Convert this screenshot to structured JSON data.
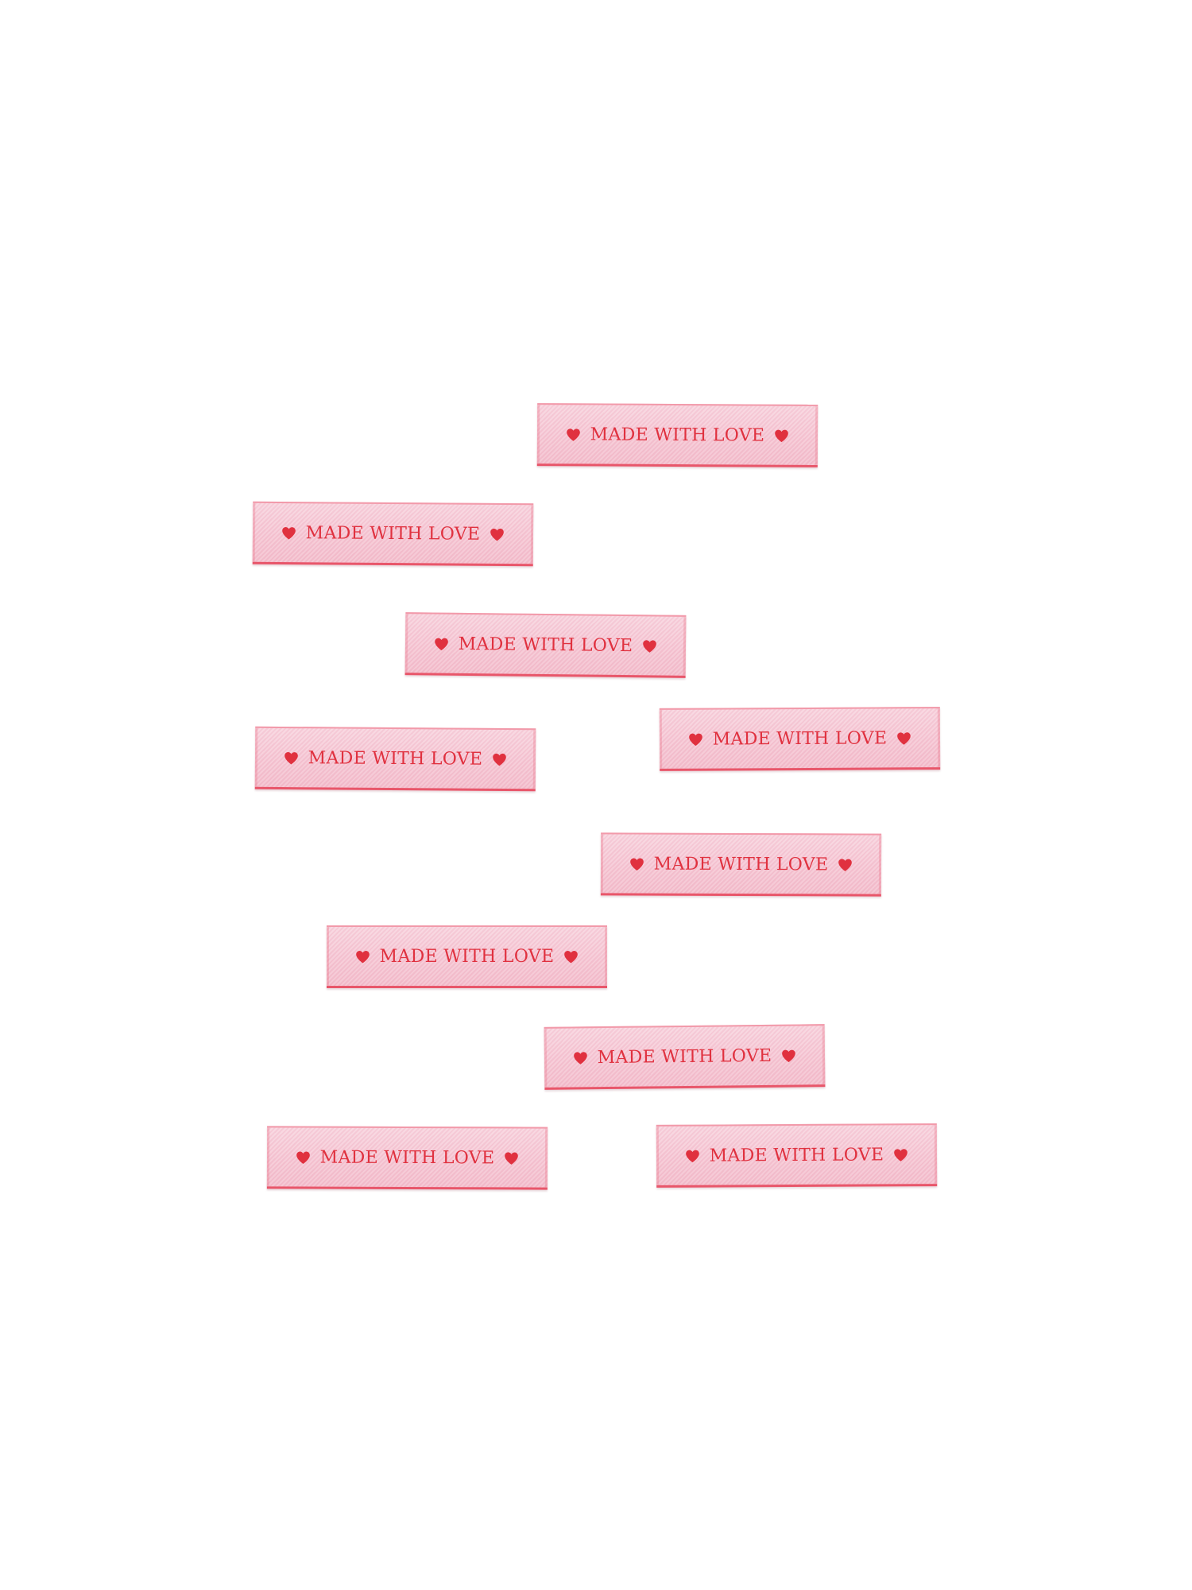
{
  "labels": [
    {
      "text": "MADE WITH LOVE"
    },
    {
      "text": "MADE WITH LOVE"
    },
    {
      "text": "MADE WITH LOVE"
    },
    {
      "text": "MADE WITH LOVE"
    },
    {
      "text": "MADE WITH LOVE"
    },
    {
      "text": "MADE WITH LOVE"
    },
    {
      "text": "MADE WITH LOVE"
    },
    {
      "text": "MADE WITH LOVE"
    },
    {
      "text": "MADE WITH LOVE"
    },
    {
      "text": "MADE WITH LOVE"
    }
  ],
  "colors": {
    "background": "#ffffff",
    "label_fabric": "#f6c9d6",
    "embroidery": "#e0313f",
    "edge": "#e8566a"
  },
  "icons": {
    "heart": "heart-icon"
  }
}
